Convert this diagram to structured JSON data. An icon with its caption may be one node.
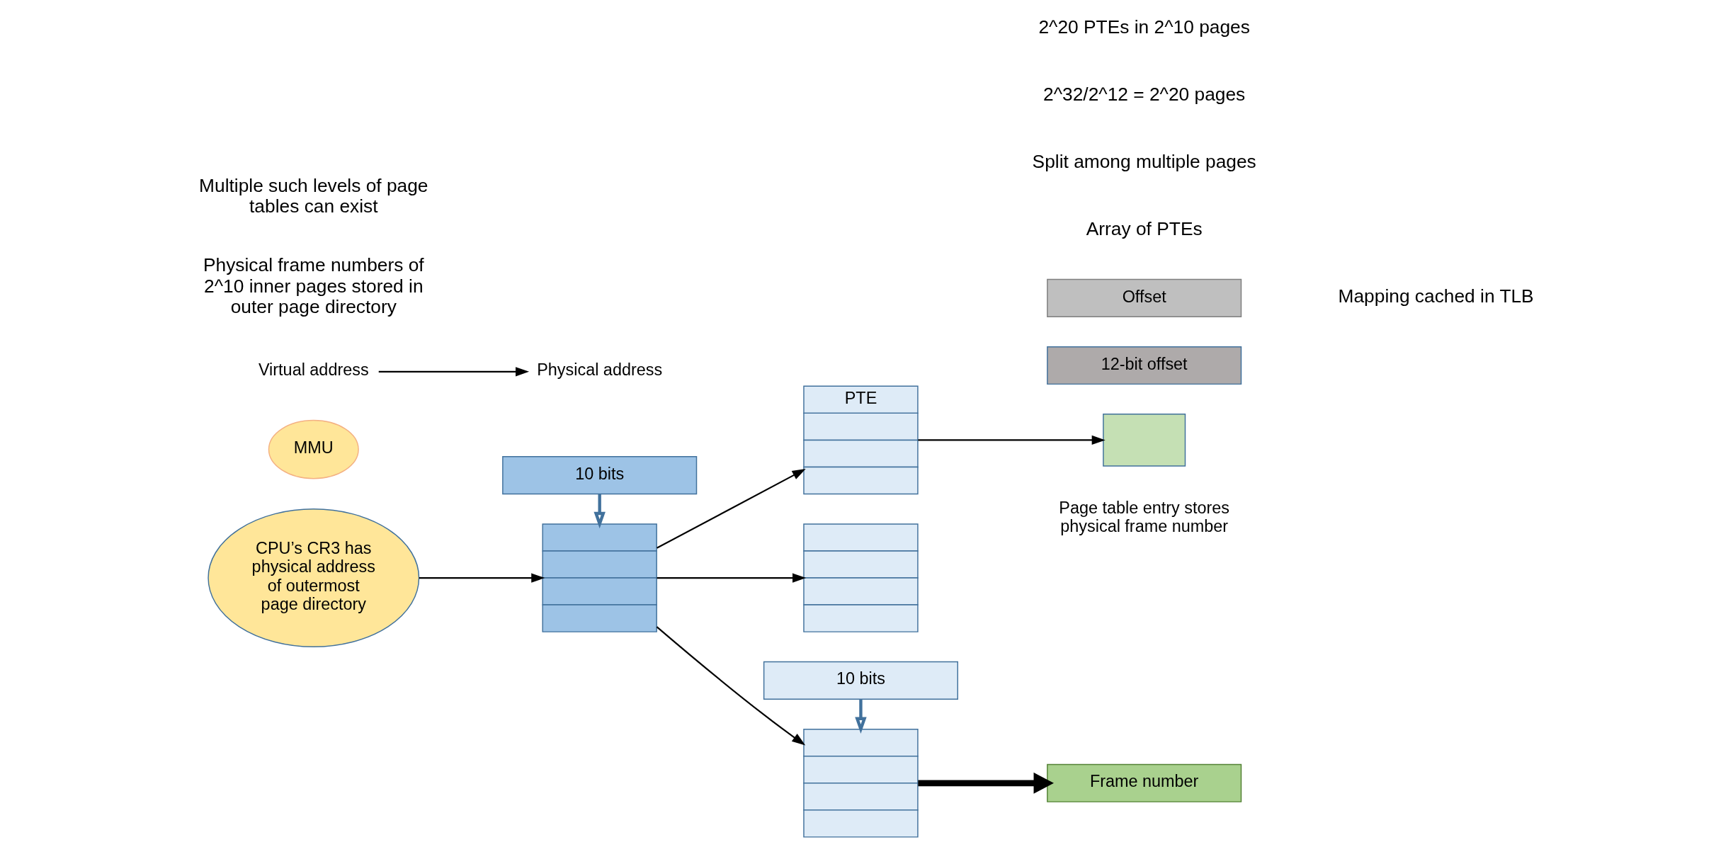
{
  "diagram": {
    "nodes": [
      {
        "text": [
          "CPU’s CR3 has physical address of outermost page directory"
        ]
      },
      {
        "text": [],
        "shape": "box"
      },
      {
        "text": [
          "PTE"
        ]
      },
      {
        "text": [],
        "shape": "box"
      },
      {
        "text": [],
        "shape": "box"
      },
      {
        "text": [],
        "shape": "box",
        "beside": [
          "Page table entry stores physical frame number"
        ]
      },
      {
        "text": [
          "10 bits"
        ]
      },
      {
        "text": [
          "10 bits"
        ]
      },
      {
        "text": [
          "12-bit offset"
        ]
      },
      {
        "text": [
          "Frame number"
        ]
      },
      {
        "text": [
          "Offset"
        ]
      },
      {
        "text": [
          "MMU"
        ]
      },
      {
        "text": [
          "Virtual address"
        ]
      },
      {
        "text": [
          "Physical address"
        ]
      }
    ],
    "edges": [
      {
        "from": 0,
        "to": 1,
        "arrow": "to"
      },
      {
        "from": 1,
        "to": 2,
        "arrow": "to"
      },
      {
        "from": 1,
        "to": 3,
        "arrow": "to"
      },
      {
        "from": 1,
        "to": 4,
        "arrow": "to"
      },
      {
        "from": 2,
        "to": 5,
        "arrow": "to"
      },
      {
        "from": 6,
        "to": 1,
        "arrow": "to",
        "color": "#41719c"
      },
      {
        "from": 7,
        "to": 3,
        "arrow": "to",
        "color": "#41719c"
      },
      {
        "from": 3,
        "to": 9,
        "arrow": "to",
        "style": "thick"
      },
      {
        "from": 12,
        "to": 13,
        "arrow": "to"
      }
    ],
    "labels": [
      "Physical frame numbers of 2^10 inner pages stored in outer page directory",
      "Multiple such levels of page tables can exist",
      "Array of PTEs",
      "Split among multiple pages",
      "2^32/2^12 = 2^20 pages",
      "2^20 PTEs in 2^10 pages",
      "Mapping cached in TLB"
    ]
  }
}
